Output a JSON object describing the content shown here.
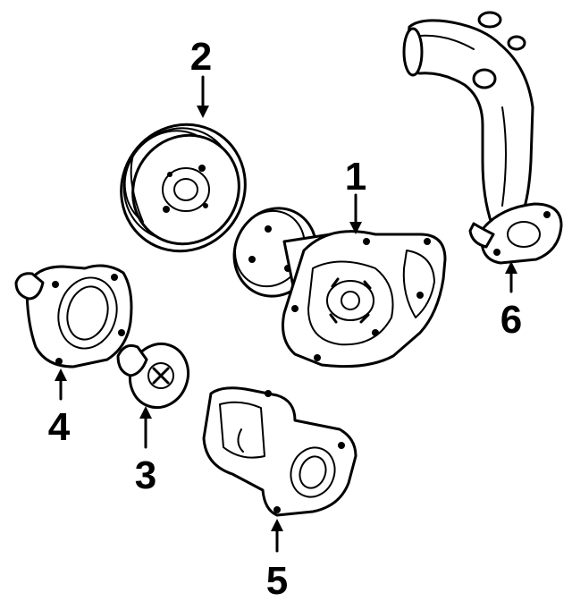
{
  "diagram": {
    "callouts": [
      {
        "id": "1",
        "label": "1",
        "part": "water-pump"
      },
      {
        "id": "2",
        "label": "2",
        "part": "pulley"
      },
      {
        "id": "3",
        "label": "3",
        "part": "thermostat"
      },
      {
        "id": "4",
        "label": "4",
        "part": "thermostat-housing"
      },
      {
        "id": "5",
        "label": "5",
        "part": "water-outlet-housing"
      },
      {
        "id": "6",
        "label": "6",
        "part": "coolant-pipe"
      }
    ],
    "colors": {
      "line": "#000000",
      "background": "#ffffff"
    }
  }
}
